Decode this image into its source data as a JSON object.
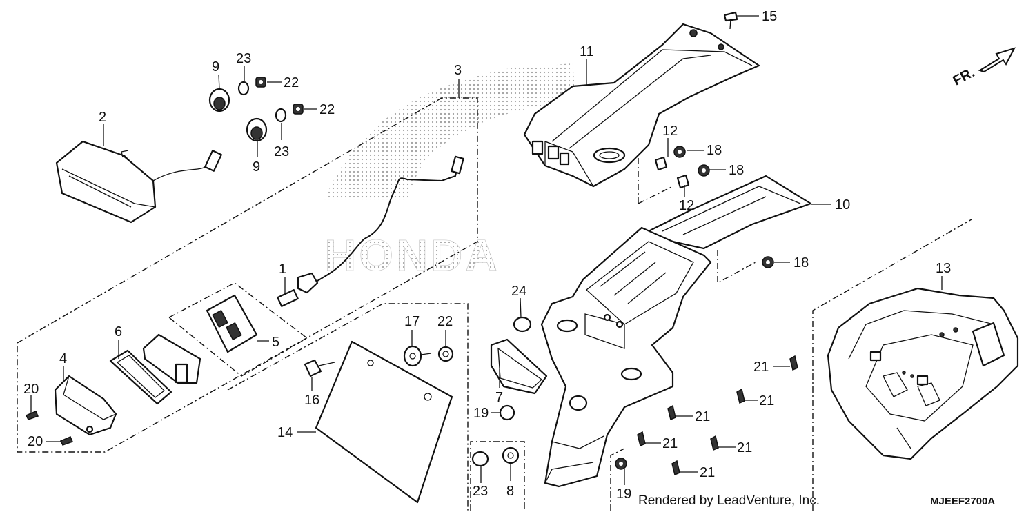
{
  "diagram": {
    "labels": [
      "1",
      "2",
      "3",
      "4",
      "5",
      "6",
      "7",
      "8",
      "9",
      "10",
      "11",
      "12",
      "13",
      "14",
      "15",
      "16",
      "17",
      "18",
      "19",
      "20",
      "21",
      "22",
      "23",
      "24"
    ],
    "front_indicator": "FR.",
    "watermark": "HONDA",
    "footer_credit": "Rendered by LeadVenture, Inc.",
    "diagram_code": "MJEEF2700A"
  }
}
